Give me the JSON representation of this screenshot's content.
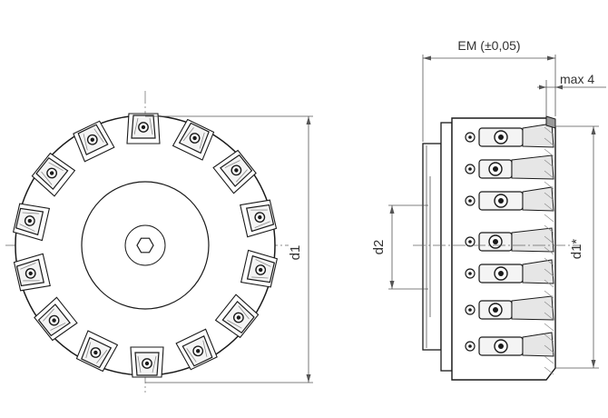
{
  "dimensions": {
    "em_label": "EM (±0,05)",
    "max_label": "max 4",
    "d2_label": "d2",
    "d1_label": "d1",
    "d1_star_label": "d1*"
  },
  "colors": {
    "line": "#1a1a1a",
    "insert_fill": "#f2f2f2",
    "body_fill": "#ffffff",
    "hatch": "#8a8a8a"
  }
}
